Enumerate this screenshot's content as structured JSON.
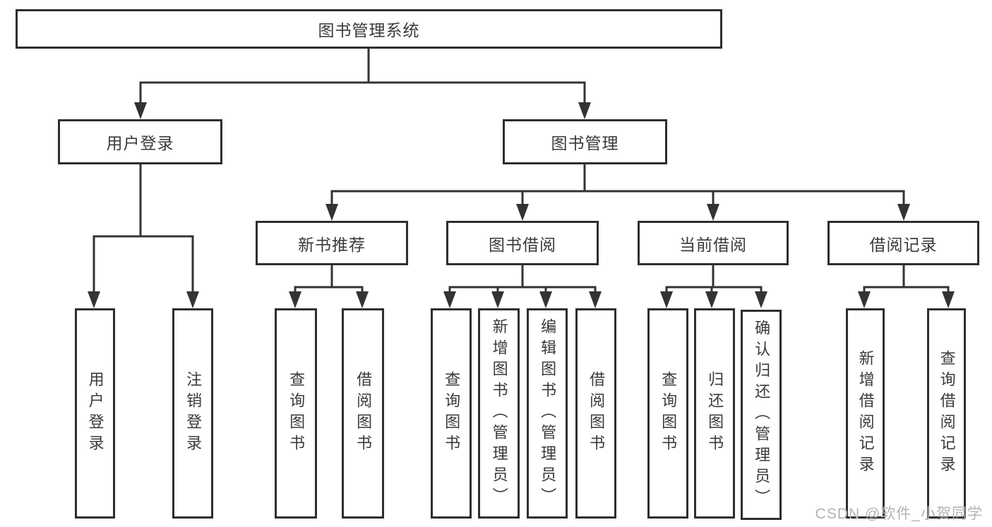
{
  "diagram": {
    "root": "图书管理系统",
    "branches": {
      "user": {
        "label": "用户登录",
        "children": [
          "用户登录",
          "注销登录"
        ]
      },
      "book": {
        "label": "图书管理",
        "sections": {
          "newbook": {
            "label": "新书推荐",
            "children": [
              "查询图书",
              "借阅图书"
            ]
          },
          "borrow": {
            "label": "图书借阅",
            "children": [
              "查询图书",
              "新增图书（管理员）",
              "编辑图书（管理员）",
              "借阅图书"
            ]
          },
          "current": {
            "label": "当前借阅",
            "children": [
              "查询图书",
              "归还图书",
              "确认归还（管理员）"
            ]
          },
          "record": {
            "label": "借阅记录",
            "children": [
              "新增借阅记录",
              "查询借阅记录"
            ]
          }
        }
      }
    }
  },
  "watermark": "CSDN @软件_小贺同学",
  "colors": {
    "background": "#ffffff",
    "box_border": "#2e2e2e",
    "line": "#333333",
    "text": "#3a3a3a",
    "watermark": "#b3b3b3"
  }
}
